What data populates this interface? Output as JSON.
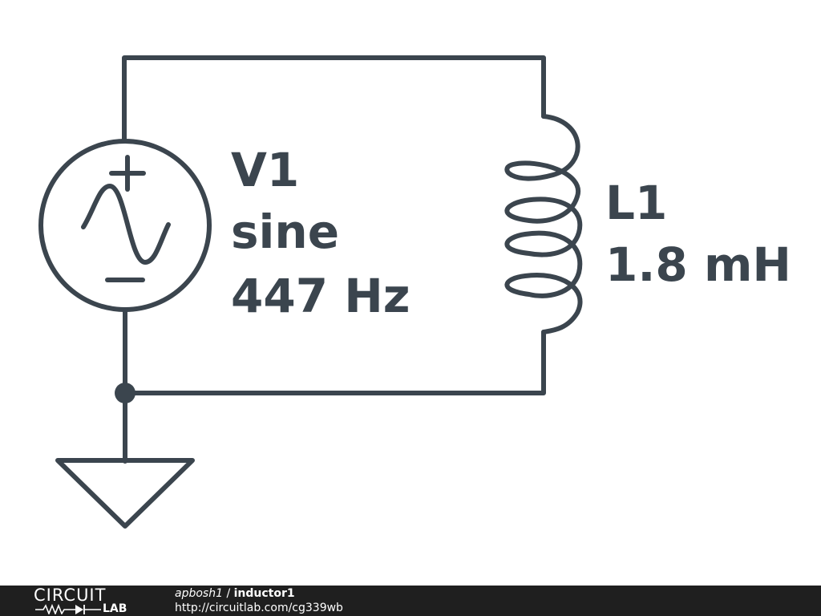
{
  "schematic": {
    "source": {
      "name": "V1",
      "type": "sine",
      "frequency": "447 Hz",
      "plus_sign": "+",
      "minus_sign": "−"
    },
    "inductor": {
      "name": "L1",
      "value": "1.8 mH"
    },
    "colors": {
      "wire": "#3b454e",
      "background": "#ffffff"
    }
  },
  "footer": {
    "logo_top": "CIRCUIT",
    "logo_bottom": "LAB",
    "user": "apbosh1",
    "separator": " / ",
    "title": "inductor1",
    "url": "http://circuitlab.com/cg339wb",
    "background": "#1f1f1f"
  }
}
